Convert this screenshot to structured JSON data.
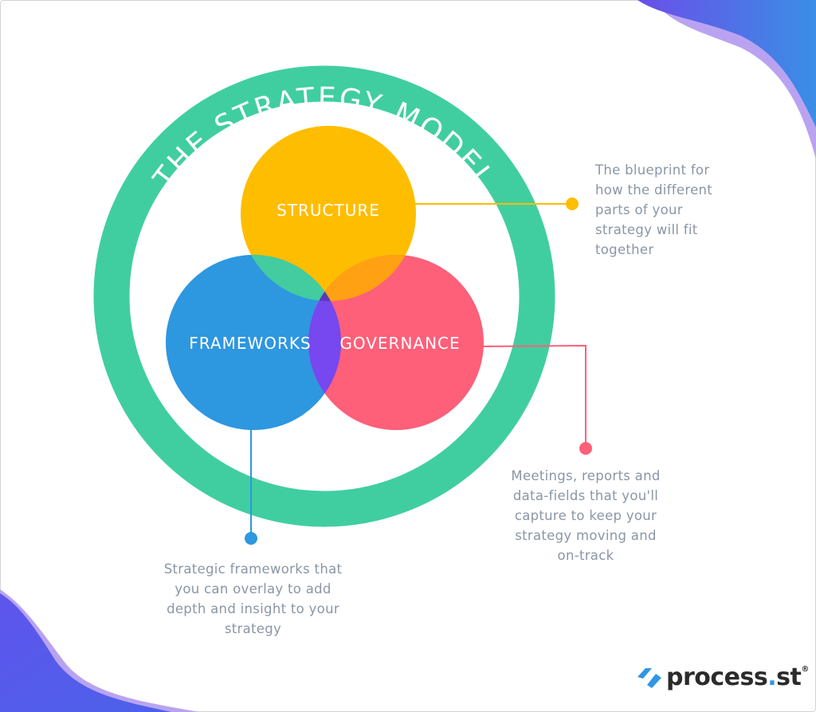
{
  "title": "THE STRATEGY MODEL",
  "circles": {
    "structure": {
      "label": "STRUCTURE",
      "color": "#ffbd00"
    },
    "frameworks": {
      "label": "FRAMEWORKS",
      "color": "#2d97e0"
    },
    "governance": {
      "label": "GOVERNANCE",
      "color": "#fe5f79"
    }
  },
  "overlap_colors": {
    "structure_frameworks": "#42cc9f",
    "structure_governance": "#ffa113",
    "frameworks_governance": "#7747f0",
    "center": "#5a3ab4"
  },
  "ring_color": "#40cea0",
  "descriptions": {
    "structure": [
      "The blueprint for",
      "how the different",
      "parts of your",
      "strategy will fit",
      "together"
    ],
    "governance": [
      "Meetings, reports and",
      "data-fields that you'll",
      "capture to keep your",
      "strategy moving and",
      "on-track"
    ],
    "frameworks": [
      "Strategic frameworks that",
      "you can overlay to add",
      "depth and insight to your",
      "strategy"
    ]
  },
  "logo": {
    "name": "process",
    "dot": ".",
    "suffix": "st",
    "reg": "®"
  }
}
